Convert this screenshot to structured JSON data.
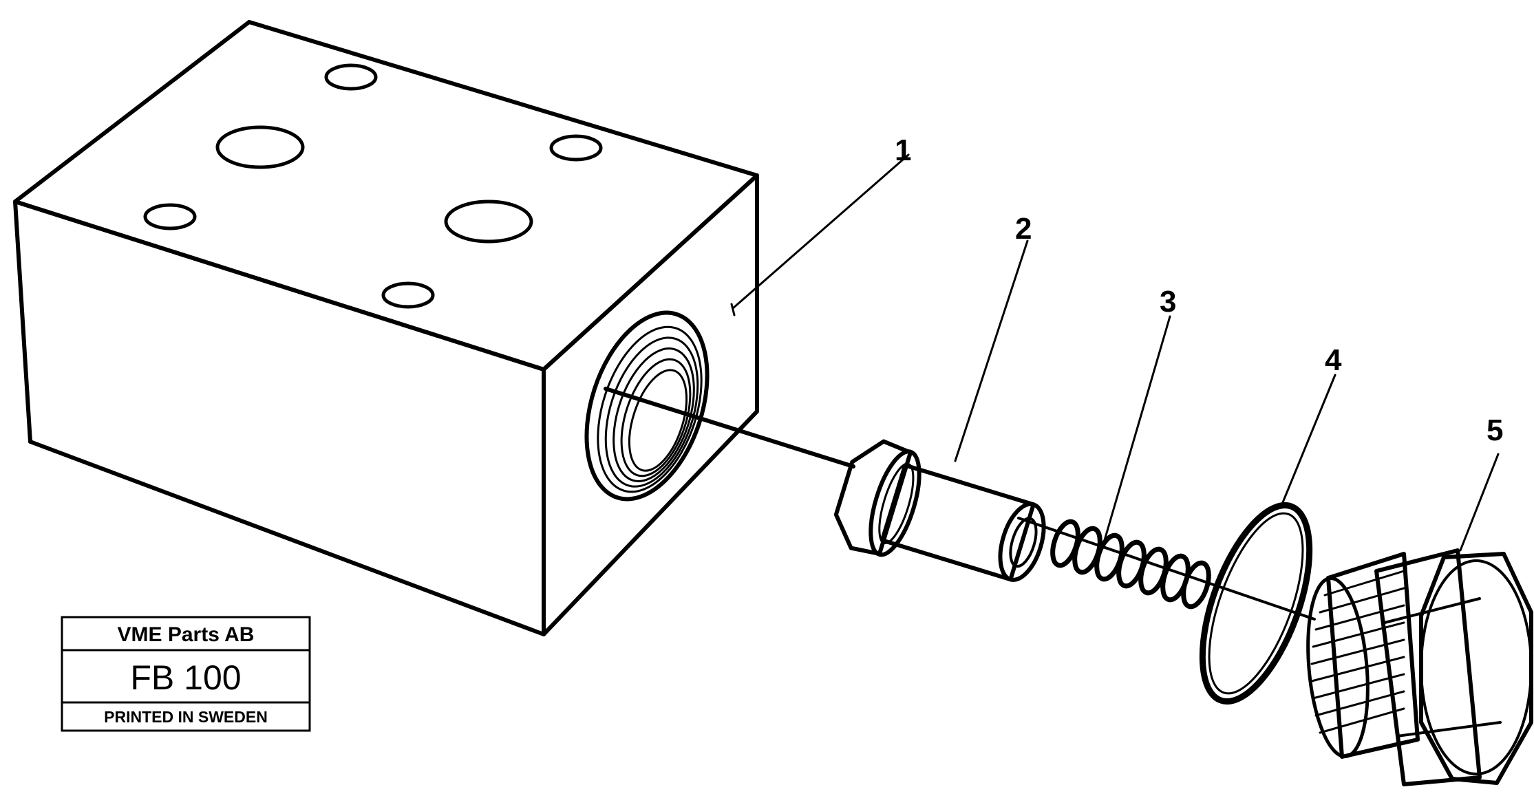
{
  "callouts": [
    {
      "id": "1",
      "text": "1"
    },
    {
      "id": "2",
      "text": "2"
    },
    {
      "id": "3",
      "text": "3"
    },
    {
      "id": "4",
      "text": "4"
    },
    {
      "id": "5",
      "text": "5"
    }
  ],
  "title_block": {
    "company": "VME Parts AB",
    "code": "FB 100",
    "printed": "PRINTED IN SWEDEN"
  }
}
